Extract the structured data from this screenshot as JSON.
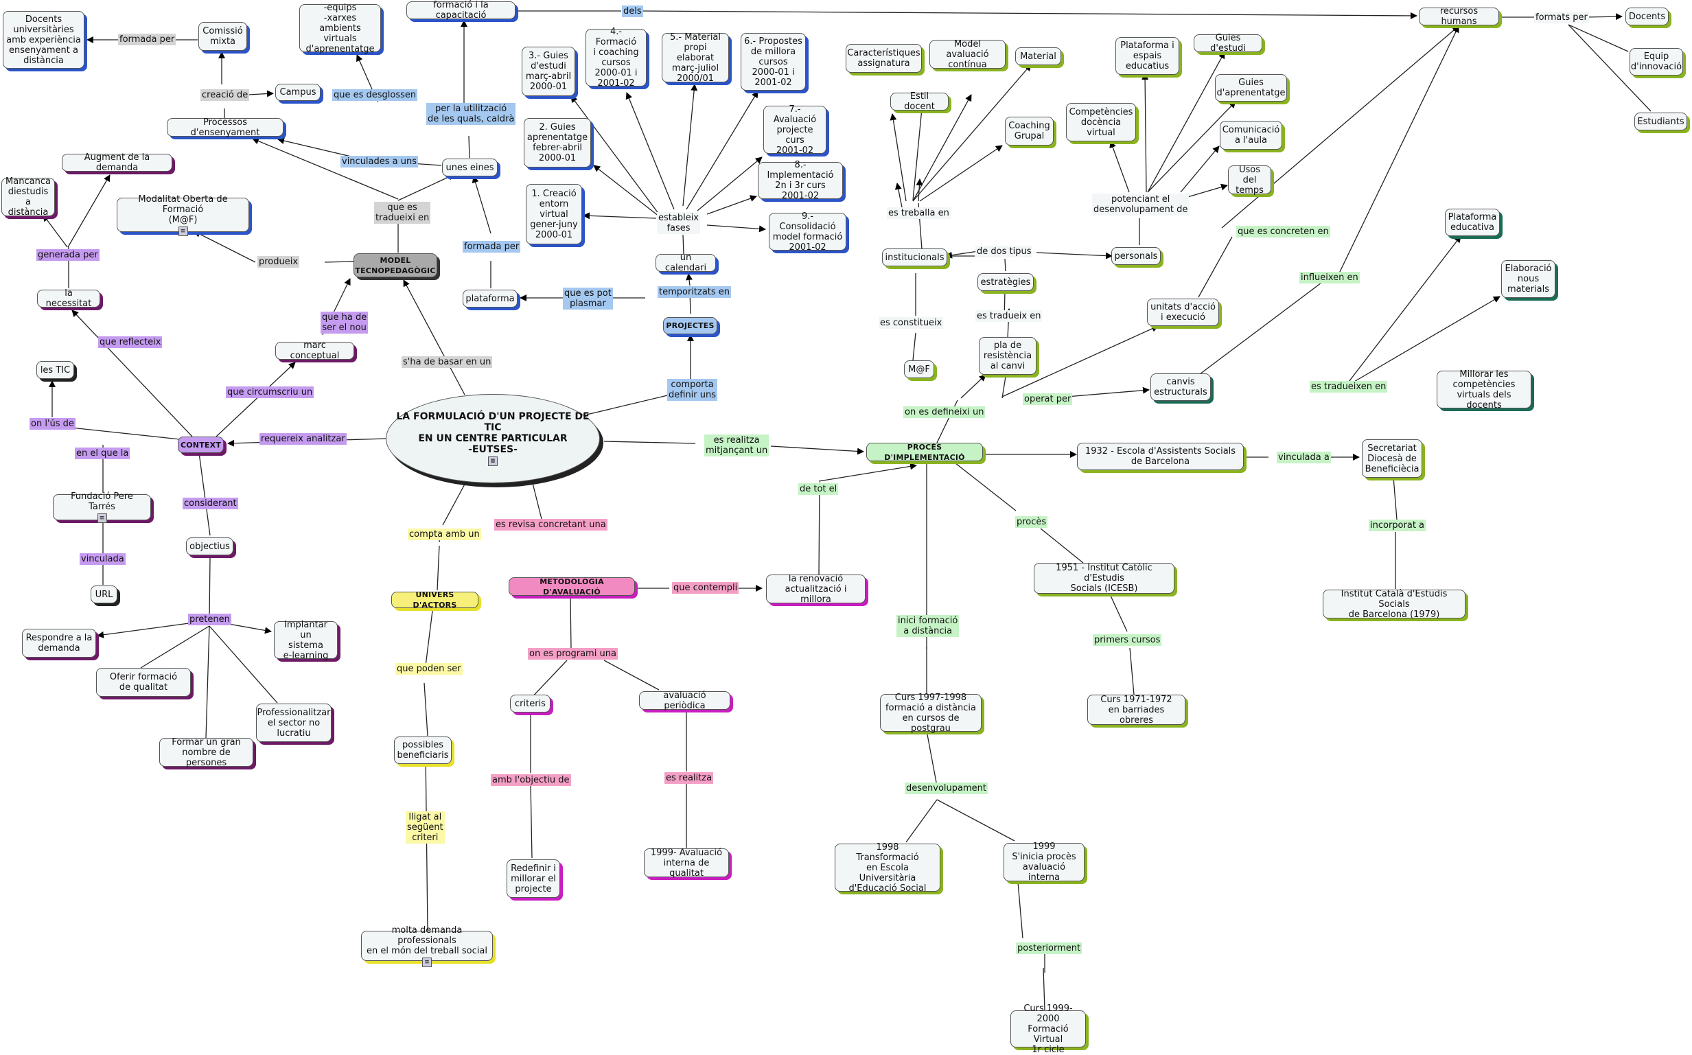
{
  "nodes": {
    "main": "LA FORMULACIÓ D'UN PROJECTE DE TIC\nEN UN CENTRE PARTICULAR\n-EUTSES-",
    "context": "CONTEXT",
    "model": "MODEL\nTECNOPEDAGÒGIC",
    "projectes": "PROJECTES",
    "proces": "PROCÉS D'IMPLEMENTACIÓ",
    "univers": "UNIVERS D'ACTORS",
    "metodologia": "METODOLOGIA D'AVALUACIÓ",
    "docents_univ": "Docents\nuniversitàries\namb experiència\nensenyament a\ndistància",
    "comissio": "Comissió\nmixta",
    "equips": "-equips\n-xarxes\nambients virtuals\nd'aprenentatge",
    "formacio_cap": "formació i la capacitació",
    "campus": "Campus",
    "processos": "Processos d'ensenyament",
    "unes_eines": "unes eines",
    "augment": "Augment de la demanda",
    "mancanca": "Mancanca\ndiestudis a\ndistància",
    "modalitat": "Modalitat Oberta de Formació\n(M@F)",
    "necessitat": "la necessitat",
    "marc": "marc conceptual",
    "plataforma": "plataforma",
    "tic": "les TIC",
    "pere": "Fundació Pere Tarrés",
    "url": "URL",
    "objectius": "objectius",
    "respondre": "Respondre a la\ndemanda",
    "oferir": "Oferir formació\nde qualitat",
    "formar": "Formar un gran\nnombre de persones",
    "prof": "Professionalitzar\nel sector no\nlucratiu",
    "implantar": "Implantar un\nsistema\ne-learning",
    "beneficiaris": "possibles\nbeneficiaris",
    "molta": "molta demanda professionals\nen el món del treball social",
    "criteris": "criteris",
    "redefinir": "Redefinir i\nmillorar el\nprojecte",
    "aval_per": "avaluació periòdica",
    "aval_1999": "1999- Avaluació\ninterna de qualitat",
    "renovacio": "la renovació\nactualització i millora",
    "calendari": "un calendari",
    "p1": "1. Creació\nentorn\nvirtual\ngener-juny\n2000-01",
    "p2": "2. Guies\naprenentatge\nfebrer-abril\n2000-01",
    "p3": "3.- Guies\nd'estudi\nmarç-abril\n2000-01",
    "p4": "4.- Formació\ni coaching\ncursos\n2000-01 i\n2001-02",
    "p5": "5.- Material\npropi elaborat\nmarç-juliol\n2000/01",
    "p6": "6.- Propostes\nde millora\ncursos\n2000-01 i\n2001-02",
    "p7": "7.- Avaluació\nprojecte\ncurs\n2001-02",
    "p8": "8.- Implementació\n2n i 3r curs\n2001-02",
    "p9": "9.- Consolidació\nmodel formació\n2001-02",
    "caracteristiques": "Característiques\nassignatura",
    "estil": "Estil docent",
    "model_aval": "Model avaluació\ncontínua",
    "material": "Material",
    "coaching": "Coaching\nGrupal",
    "institucionals": "institucionals",
    "estrategies": "estratègies",
    "pla": "pla de\nresistència\nal canvi",
    "maf": "M@F",
    "personals": "personals",
    "competencies": "Competències\ndocència\nvirtual",
    "plat_espais": "Plataforma i\nespais\neducatius",
    "guies_estudi": "Guies d'estudi",
    "guies_apr": "Guies\nd'aprenentatge",
    "comunicacio": "Comunicació\na l'aula",
    "usos": "Usos del\ntemps",
    "recursos": "recursos humans",
    "docents": "Docents",
    "equip_inn": "Equip\nd'innovació",
    "estudiants": "Estudiants",
    "unitats": "unitats d'acció\ni execució",
    "canvis": "canvis\nestructurals",
    "plat_edu": "Plataforma\neducativa",
    "elaboracio": "Elaboració\nnous\nmaterials",
    "millorar_comp": "Millorar les\ncompetències\nvirtuals dels docents",
    "escola1932": "1932 - Escola d'Assistents Socials\nde Barcelona",
    "secretariat": "Secretariat\nDiocesà de\nBeneficiècia",
    "institut1979": "Institut Català d'Estudis Socials\nde Barcelona (1979)",
    "icesb1951": "1951 - Institut Catòlic d'Estudis\nSocials (ICESB)",
    "curs1971": "Curs 1971-1972\nen barriades obreres",
    "curs1997": "Curs 1997-1998\nformació a distància\nen cursos de postgrau",
    "t1998": "1998\nTransformació\nen Escola Universitària\nd'Educació Social",
    "t1999": "1999\nS'inicia procès\navaluació interna",
    "curs1999": "Curs 1999-2000\nFormació Virtual\n1r cicle"
  },
  "links": {
    "formada_per1": "formada per",
    "creacio_de": "creació de",
    "que_es_desglossen": "que es desglossen",
    "dels": "dels",
    "per_la_util": "per la utilització\nde les quals, caldrà",
    "vinculades": "vinculades a uns",
    "que_es_tradueixi": "que es\ntradueixi en",
    "formada_per2": "formada per",
    "produeix": "produeix",
    "generada_per": "generada per",
    "que_ha_de": "que ha de\nser el nou",
    "que_reflecteix": "que reflecteix",
    "shade_basar": "s'ha de basar en un",
    "que_es_pot": "que es pot\nplasmar",
    "temporitzats": "temporitzats en",
    "estableix": "estableix\nfases",
    "comporta": "comporta\ndefinir uns",
    "que_circumscriu": "que circumscriu un",
    "on_lus": "on l'ús de",
    "requereix": "requereix analitzar",
    "en_el_que": "en el que la",
    "considerant": "considerant",
    "vinculada": "vinculada",
    "pretenen": "pretenen",
    "compta": "compta amb un",
    "revisa": "es revisa concretant una",
    "realitza_mit": "es realitza\nmitjançant un",
    "de_tot_el": "de tot el",
    "contempli": "que contempli",
    "programi": "on es programi una",
    "poden_ser": "que poden ser",
    "lligat": "lligat al\nsegüent\ncriteri",
    "objectiu_de": "amb l'objectiu de",
    "es_realitza": "es realitza",
    "treballa": "es treballa en",
    "dos_tipus": "de dos tipus",
    "tradueix_en": "es tradueix en",
    "constitueix": "es constitueix",
    "defineixi": "on es defineixi un",
    "potenciant": "potenciant el\ndesenvolupament de",
    "formats_per": "formats per",
    "concreten": "que es concreten en",
    "influeixen": "influeixen en",
    "operat_per": "operat per",
    "tradueixen": "es tradueixen en",
    "vinculada_a": "vinculada a",
    "incorporat": "incorporat a",
    "proces_lbl": "procès",
    "primers": "primers cursos",
    "inici": "inici formació\na distància",
    "desenvolupament": "desenvolupament",
    "posteriorment": "posteriorment"
  },
  "icons": [
    "document-icon"
  ],
  "colors": {
    "blue": "#2b54c8",
    "purple": "#6d1a66",
    "green": "#8ab320",
    "pink": "#c81ec0",
    "yellow": "#e6e02a"
  }
}
